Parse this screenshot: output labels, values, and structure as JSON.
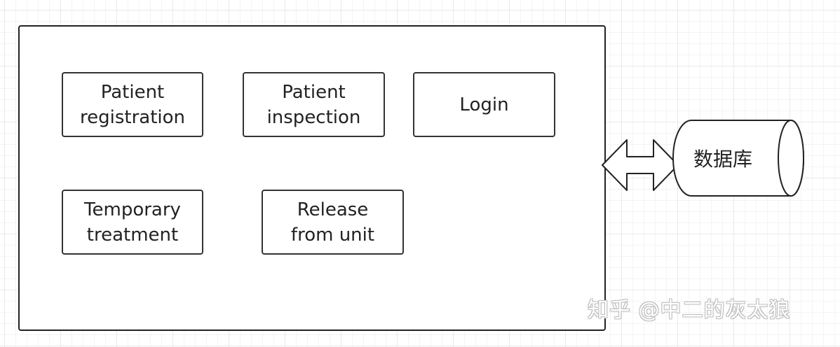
{
  "modules": [
    {
      "label": "Patient\nregistration"
    },
    {
      "label": "Patient\ninspection"
    },
    {
      "label": "Login"
    },
    {
      "label": "Temporary\ntreatment"
    },
    {
      "label": "Release\nfrom unit"
    }
  ],
  "database": {
    "label": "数据库"
  },
  "connector": {
    "icon": "double-arrow-icon"
  },
  "watermark": {
    "text": "知乎 @中二的灰太狼"
  },
  "colors": {
    "stroke": "#222222",
    "grid": "#e9e9e9",
    "background": "#ffffff"
  }
}
